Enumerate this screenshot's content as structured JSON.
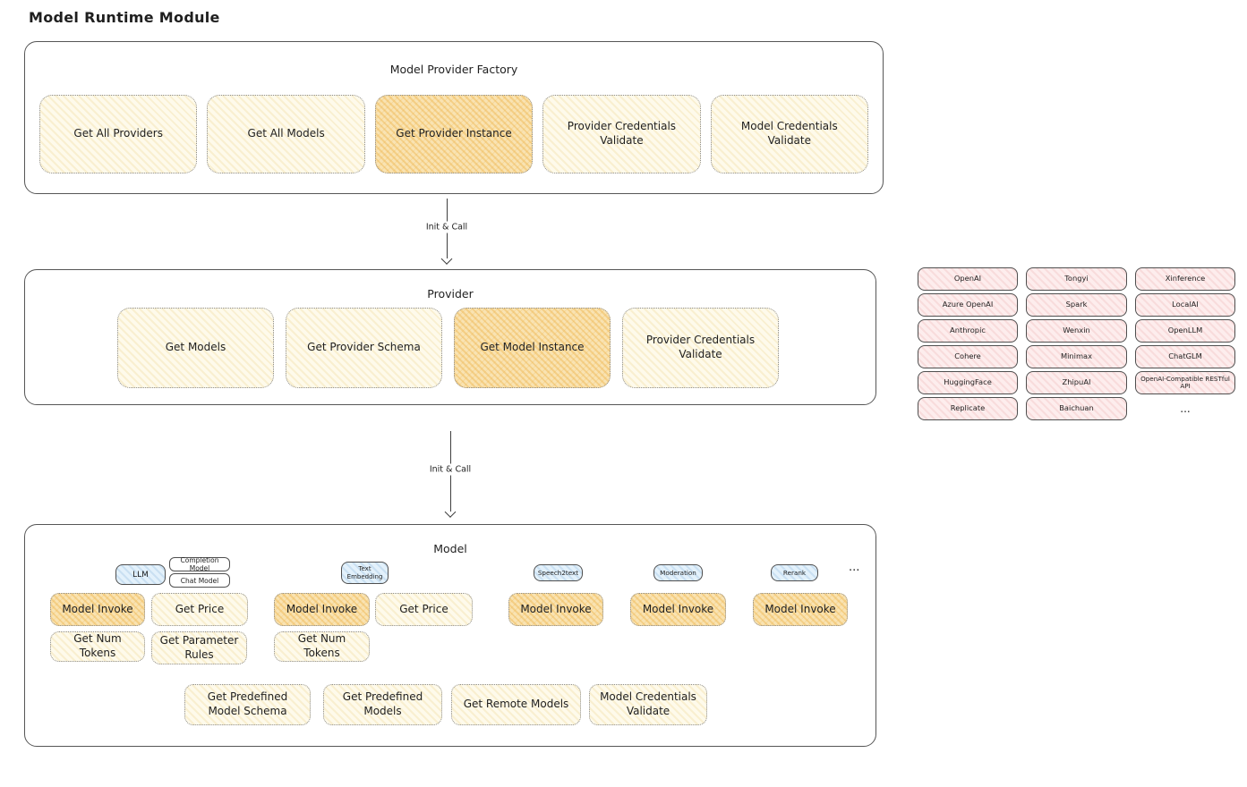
{
  "page_title": "Model Runtime Module",
  "colors": {
    "node_cream": "#fefaeb",
    "node_orange_highlight": "#f9e3b2",
    "provider_pill_pink": "#fdeded",
    "tab_pill_blue": "#e3f1fb",
    "box_border": "#565656",
    "text": "#1f1f1f"
  },
  "factory": {
    "title": "Model Provider Factory",
    "buttons": [
      {
        "label": "Get All Providers",
        "highlighted": false
      },
      {
        "label": "Get All Models",
        "highlighted": false
      },
      {
        "label": "Get Provider Instance",
        "highlighted": true
      },
      {
        "label": "Provider Credentials Validate",
        "highlighted": false
      },
      {
        "label": "Model Credentials Validate",
        "highlighted": false
      }
    ]
  },
  "arrows": {
    "init_call": "Init & Call"
  },
  "provider": {
    "title": "Provider",
    "buttons": [
      {
        "label": "Get Models",
        "highlighted": false
      },
      {
        "label": "Get Provider Schema",
        "highlighted": false
      },
      {
        "label": "Get Model Instance",
        "highlighted": true
      },
      {
        "label": "Provider Credentials Validate",
        "highlighted": false
      }
    ]
  },
  "providers_list": {
    "items": [
      "OpenAI",
      "Tongyi",
      "Xinference",
      "Azure OpenAI",
      "Spark",
      "LocalAI",
      "Anthropic",
      "Wenxin",
      "OpenLLM",
      "Cohere",
      "Minimax",
      "ChatGLM",
      "HuggingFace",
      "ZhipuAI",
      "OpenAI-Compatible RESTful API",
      "Replicate",
      "Baichuan"
    ],
    "more": "..."
  },
  "model": {
    "title": "Model",
    "tabs": [
      "LLM",
      "Completion Model",
      "Chat Model",
      "Text Embedding",
      "Speech2text",
      "Moderation",
      "Rerank"
    ],
    "more_tabs": "...",
    "nodes": {
      "model_invoke": "Model Invoke",
      "get_price": "Get Price",
      "get_num_tokens": "Get Num Tokens",
      "get_parameter_rules": "Get Parameter Rules",
      "get_predefined_model_schema": "Get Predefined Model Schema",
      "get_predefined_models": "Get Predefined Models",
      "get_remote_models": "Get Remote Models",
      "model_credentials_validate": "Model Credentials Validate"
    }
  }
}
